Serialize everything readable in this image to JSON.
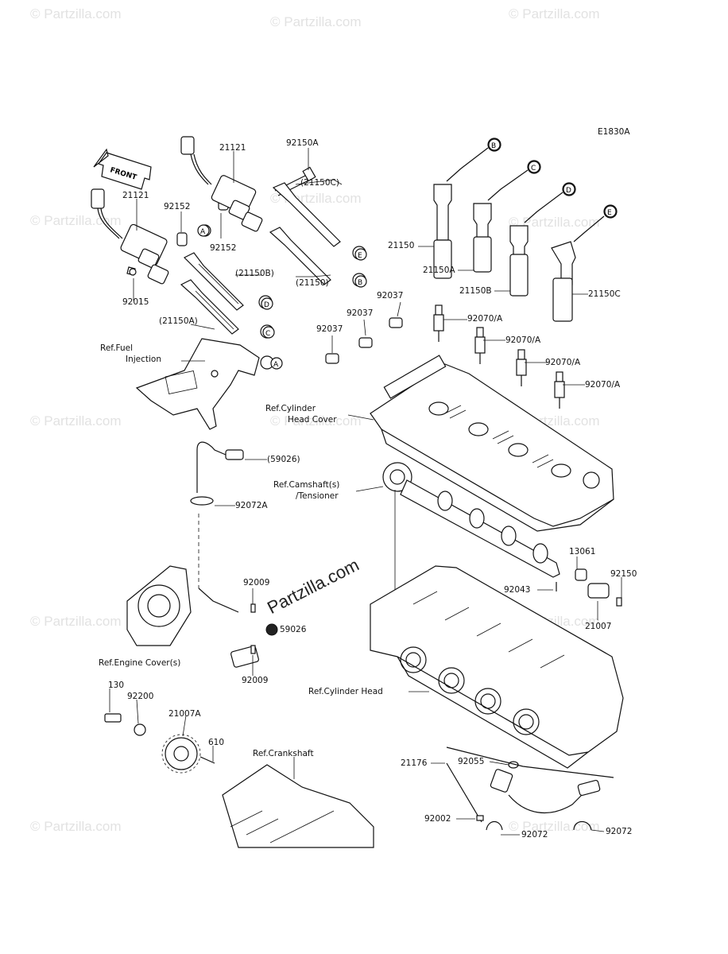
{
  "diagram_code": "E1830A",
  "website_badge": "Partzilla.com",
  "watermark": "© Partzilla.com",
  "front_arrow_text": "FRONT",
  "callout_letters": [
    "A",
    "B",
    "C",
    "D",
    "E"
  ],
  "part_labels": {
    "p21121_left": "21121",
    "p21121_top": "21121",
    "p92150A": "92150A",
    "p92152_a": "92152",
    "p92152_b": "92152",
    "p21150C_paren": "(21150C)",
    "p21150B_paren": "(21150B)",
    "p21150_paren": "(21150)",
    "p21150A_paren": "(21150A)",
    "p92015": "92015",
    "p21150": "21150",
    "p21150A": "21150A",
    "p21150B": "21150B",
    "p21150C": "21150C",
    "p92037_a": "92037",
    "p92037_b": "92037",
    "p92037_c": "92037",
    "p92070A_1": "92070/A",
    "p92070A_2": "92070/A",
    "p92070A_3": "92070/A",
    "p92070A_4": "92070/A",
    "p59026_paren": "(59026)",
    "p92072A": "92072A",
    "p92009_a": "92009",
    "p92009_b": "92009",
    "p59026": "59026",
    "p13061": "13061",
    "p92150": "92150",
    "p92043": "92043",
    "p21007": "21007",
    "p130": "130",
    "p92200": "92200",
    "p21007A": "21007A",
    "p610": "610",
    "p21176": "21176",
    "p92055": "92055",
    "p92002": "92002",
    "p92072_a": "92072",
    "p92072_b": "92072"
  },
  "ref_labels": {
    "fuel_injection_1": "Ref.Fuel",
    "fuel_injection_2": "Injection",
    "cylinder_head_cover_1": "Ref.Cylinder",
    "cylinder_head_cover_2": "Head Cover",
    "camshaft_1": "Ref.Camshaft(s)",
    "camshaft_2": "/Tensioner",
    "engine_cover": "Ref.Engine Cover(s)",
    "cylinder_head": "Ref.Cylinder Head",
    "crankshaft": "Ref.Crankshaft"
  }
}
